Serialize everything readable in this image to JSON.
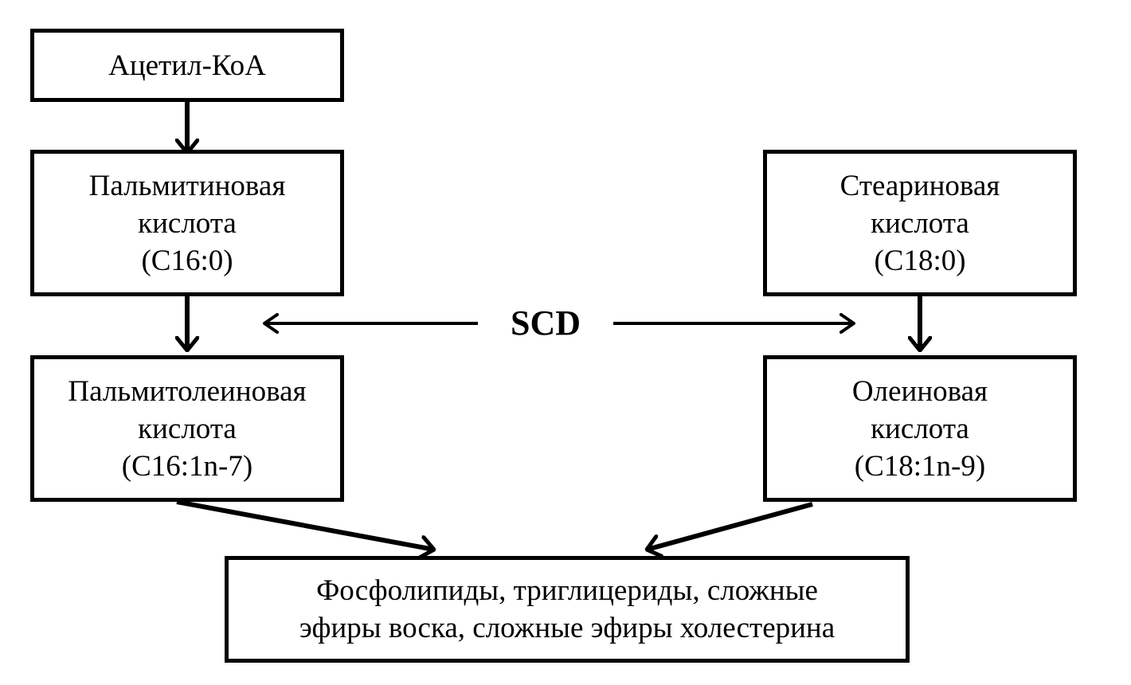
{
  "nodes": {
    "acetyl_coa": {
      "lines": [
        "Ацетил-КоА"
      ]
    },
    "palmitic": {
      "lines": [
        "Пальмитиновая",
        "кислота",
        "(C16:0)"
      ]
    },
    "stearic": {
      "lines": [
        "Стеариновая",
        "кислота",
        "(C18:0)"
      ]
    },
    "palmitoleic": {
      "lines": [
        "Пальмитолеиновая",
        "кислота",
        "(C16:1n-7)"
      ]
    },
    "oleic": {
      "lines": [
        "Олеиновая",
        "кислота",
        "(C18:1n-9)"
      ]
    },
    "lipids": {
      "lines": [
        "Фосфолипиды, триглицериды, сложные",
        "эфиры воска, сложные эфиры холестерина"
      ]
    }
  },
  "enzyme": {
    "label": "SCD"
  },
  "edges": [
    {
      "from": "acetyl_coa",
      "to": "palmitic"
    },
    {
      "from": "palmitic",
      "to": "palmitoleic",
      "via": "SCD"
    },
    {
      "from": "stearic",
      "to": "oleic",
      "via": "SCD"
    },
    {
      "from": "palmitoleic",
      "to": "lipids"
    },
    {
      "from": "oleic",
      "to": "lipids"
    }
  ]
}
